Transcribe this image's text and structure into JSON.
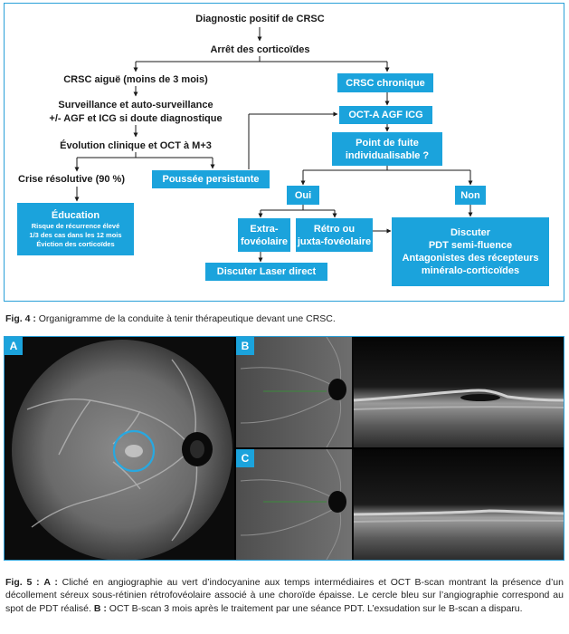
{
  "flowchart": {
    "top1": "Diagnostic positif de CRSC",
    "top2": "Arrêt des corticoïdes",
    "acute": "CRSC aiguë (moins de 3 mois)",
    "surveillance1": "Surveillance et auto-surveillance",
    "surveillance2": "+/- AGF et ICG si doute diagnostique",
    "evolution": "Évolution clinique et OCT à M+3",
    "resolved": "Crise résolutive (90 %)",
    "persistent": "Poussée persistante",
    "education_title": "Éducation",
    "education_lines": [
      "Risque de récurrence élevé",
      "1/3 des cas dans les 12 mois",
      "Éviction des corticoïdes"
    ],
    "chronic": "CRSC chronique",
    "octa": "OCT-A AGF ICG",
    "leak1": "Point de fuite",
    "leak2": "individualisable ?",
    "yes": "Oui",
    "no": "Non",
    "extra1": "Extra-",
    "extra2": "fovéolaire",
    "retro1": "Rétro ou",
    "retro2": "juxta-fovéolaire",
    "laser": "Discuter Laser direct",
    "discuss_lines": [
      "Discuter",
      "PDT semi-fluence",
      "Antagonistes des récepteurs",
      "minéralo-corticoïdes"
    ]
  },
  "fig4": {
    "label": "Fig. 4 :",
    "text": " Organigramme de la conduite à tenir thérapeutique devant une CRSC."
  },
  "panels": {
    "a": "A",
    "b": "B",
    "c": "C"
  },
  "fig5": {
    "label": "Fig. 5 :",
    "a_label": "A :",
    "a_text": " Cliché en angiographie au vert d’indocyanine aux temps intermédiaires et OCT B-scan montrant la présence d’un décollement séreux sous-rétinien rétrofovéolaire associé à une choroïde épaisse. Le cercle bleu sur l’angiographie correspond au spot de PDT réalisé. ",
    "b_label": "B :",
    "b_text": " OCT B-scan 3 mois après le traitement par une séance PDT. L’exsudation sur le B-scan a disparu."
  },
  "colors": {
    "accent": "#1ba3dc",
    "frame": "#2aa0d8"
  }
}
